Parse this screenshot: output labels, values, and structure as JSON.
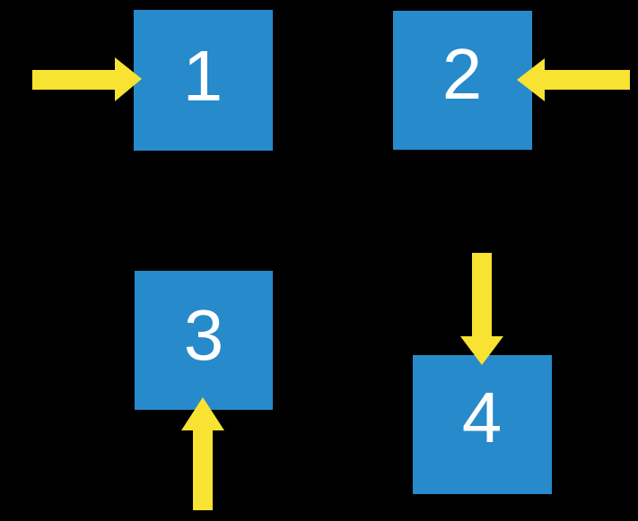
{
  "diagram": {
    "background_color": "#000000",
    "square_color": "#278ACB",
    "arrow_color": "#F8E232",
    "number_color": "#FFFFFF",
    "squares": [
      {
        "label": "1",
        "arrow_direction": "right"
      },
      {
        "label": "2",
        "arrow_direction": "left"
      },
      {
        "label": "3",
        "arrow_direction": "up"
      },
      {
        "label": "4",
        "arrow_direction": "down"
      }
    ]
  }
}
